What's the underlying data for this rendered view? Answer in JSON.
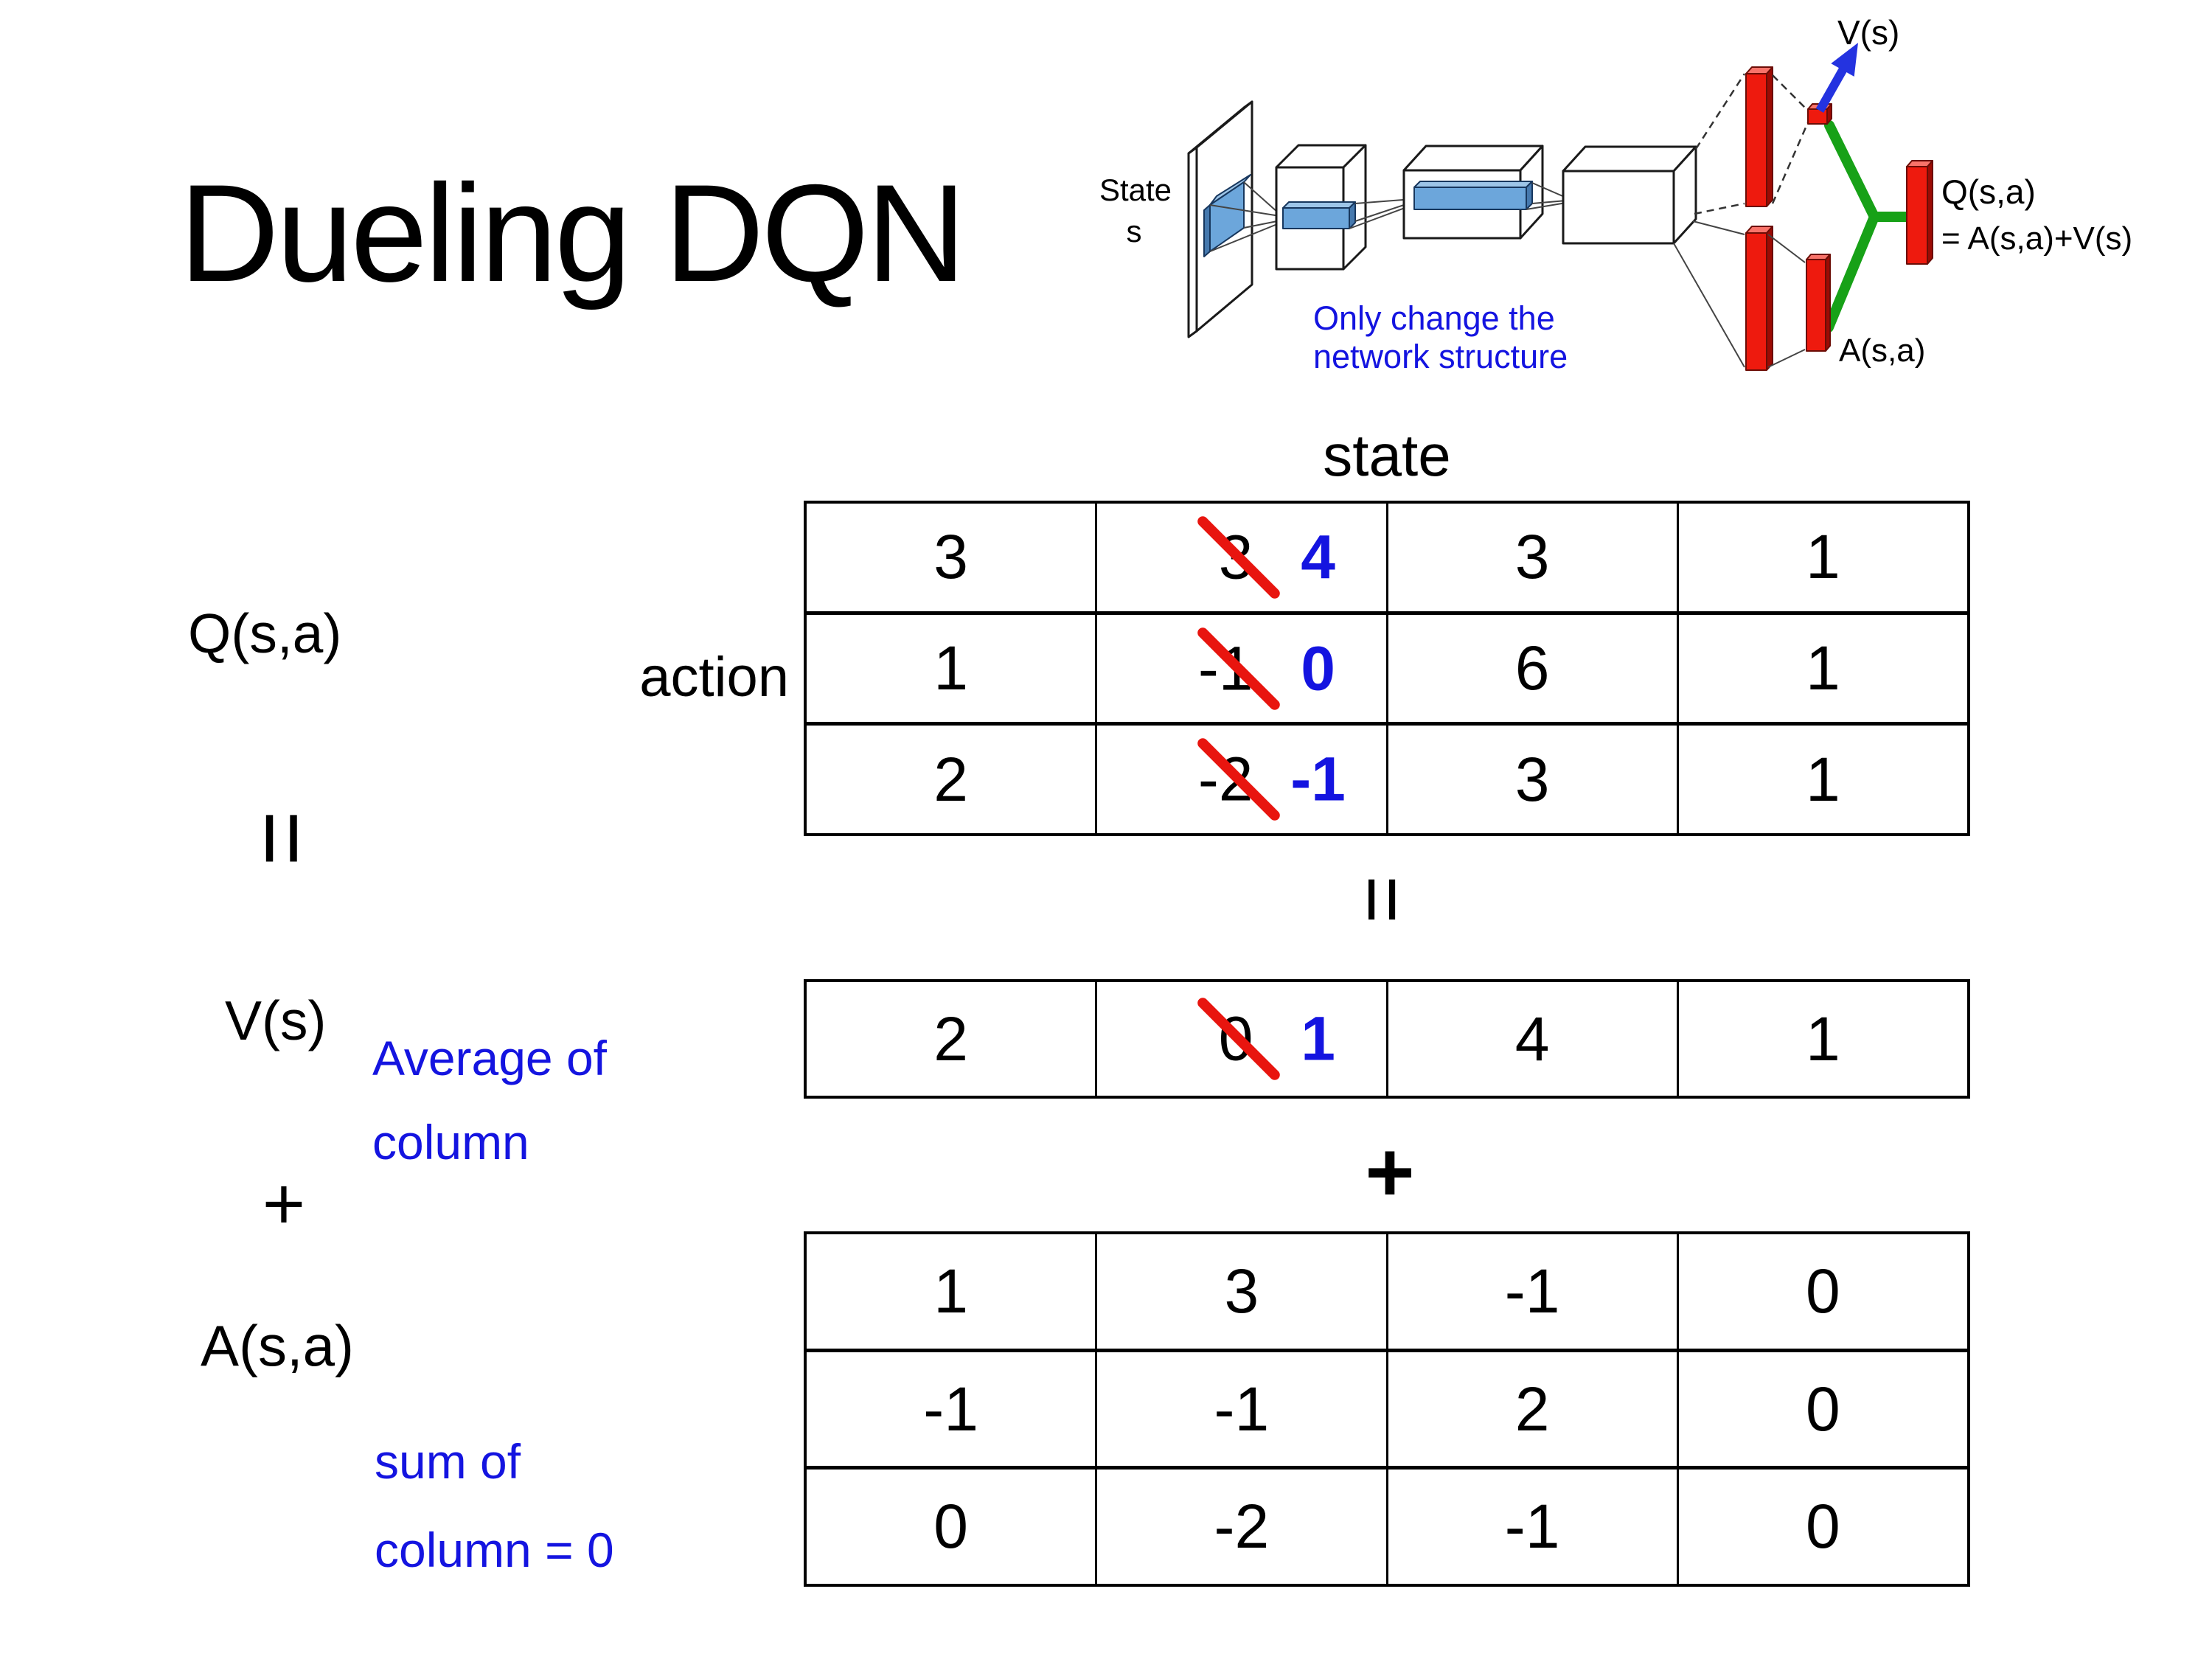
{
  "title": "Dueling DQN",
  "colors": {
    "accent_blue": "#1414e0",
    "strike_red": "#e8150f",
    "bar_red": "#ee1a0e",
    "connector_green": "#17a117",
    "layer_blue": "#6ca6db"
  },
  "diagram": {
    "state_line1": "State",
    "state_line2": "s",
    "v_label": "V(s)",
    "q_label": "Q(s,a)",
    "q_formula": "= A(s,a)+V(s)",
    "a_label": "A(s,a)",
    "note_line1": "Only change the",
    "note_line2": "network structure"
  },
  "equation": {
    "q_label": "Q(s,a)",
    "equals_left": "=",
    "v_label": "V(s)",
    "plus_left": "+",
    "a_label": "A(s,a)",
    "equals_mid": "=",
    "plus_mid": "+",
    "state_header": "state",
    "action_label": "action",
    "avg_note_line1": "Average of",
    "avg_note_line2": "column",
    "sum_note_line1": "sum of",
    "sum_note_line2": "column = 0"
  },
  "q_matrix": {
    "rows": [
      {
        "cells": [
          {
            "v": "3"
          },
          {
            "old": "3",
            "new": "4"
          },
          {
            "v": "3"
          },
          {
            "v": "1"
          }
        ]
      },
      {
        "cells": [
          {
            "v": "1"
          },
          {
            "old": "-1",
            "new": "0"
          },
          {
            "v": "6"
          },
          {
            "v": "1"
          }
        ]
      },
      {
        "cells": [
          {
            "v": "2"
          },
          {
            "old": "-2",
            "new": "-1"
          },
          {
            "v": "3"
          },
          {
            "v": "1"
          }
        ]
      }
    ]
  },
  "v_matrix": {
    "cells": [
      {
        "v": "2"
      },
      {
        "old": "0",
        "new": "1"
      },
      {
        "v": "4"
      },
      {
        "v": "1"
      }
    ]
  },
  "a_matrix": {
    "rows": [
      {
        "cells": [
          {
            "v": "1"
          },
          {
            "v": "3"
          },
          {
            "v": "-1"
          },
          {
            "v": "0"
          }
        ]
      },
      {
        "cells": [
          {
            "v": "-1"
          },
          {
            "v": "-1"
          },
          {
            "v": "2"
          },
          {
            "v": "0"
          }
        ]
      },
      {
        "cells": [
          {
            "v": "0"
          },
          {
            "v": "-2"
          },
          {
            "v": "-1"
          },
          {
            "v": "0"
          }
        ]
      }
    ]
  }
}
